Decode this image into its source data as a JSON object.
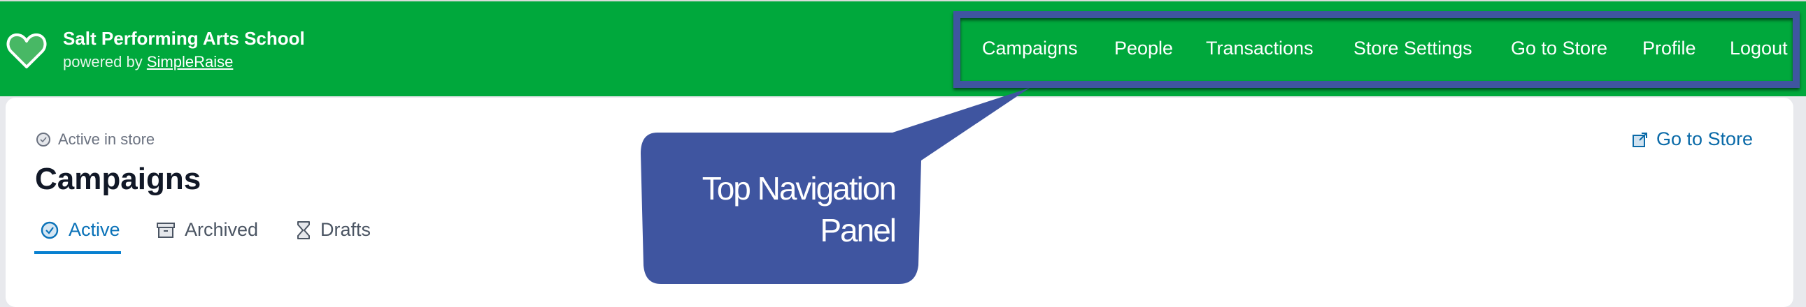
{
  "header": {
    "org_name": "Salt Performing Arts School",
    "powered_by": "powered by",
    "brand_link": "SimpleRaise",
    "nav": [
      "Campaigns",
      "People",
      "Transactions",
      "Store Settings",
      "Go to Store",
      "Profile",
      "Logout"
    ]
  },
  "main": {
    "status": "Active in store",
    "title": "Campaigns",
    "go_to_store": "Go to Store",
    "tabs": [
      {
        "label": "Active",
        "icon": "check-circle-icon"
      },
      {
        "label": "Archived",
        "icon": "archive-box-icon"
      },
      {
        "label": "Drafts",
        "icon": "hourglass-icon"
      }
    ]
  },
  "annotation": {
    "line1": "Top Navigation",
    "line2": "Panel"
  },
  "colors": {
    "header": "#00a83c",
    "annotation": "#3f55a0",
    "link": "#0a6aa8",
    "tab_active": "#0880d0"
  }
}
